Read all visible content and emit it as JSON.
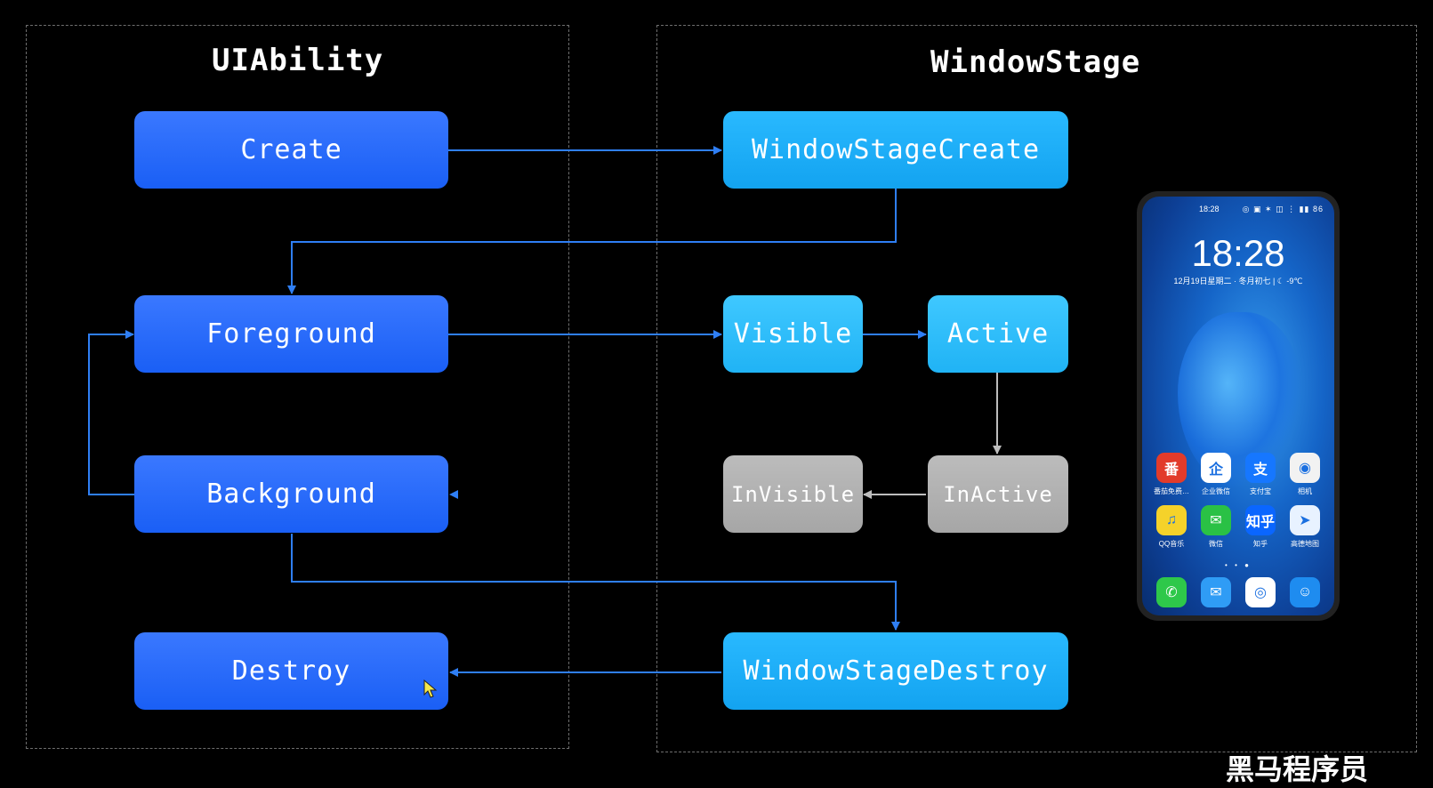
{
  "groups": {
    "left_title": "UIAbility",
    "right_title": "WindowStage"
  },
  "nodes": {
    "create": "Create",
    "foreground": "Foreground",
    "background": "Background",
    "destroy": "Destroy",
    "ws_create": "WindowStageCreate",
    "visible": "Visible",
    "active": "Active",
    "invisible": "InVisible",
    "inactive": "InActive",
    "ws_destroy": "WindowStageDestroy"
  },
  "phone": {
    "status_time": "18:28",
    "status_icons": "◎ ▣ ✶ ◫ ⋮ ▮▮ 86",
    "clock": "18:28",
    "date": "12月19日星期二 · 冬月初七 | ☾ -9℃",
    "apps_row1": [
      {
        "label": "番茄免费…",
        "icon": "番",
        "color": "#e23b2a"
      },
      {
        "label": "企业微信",
        "icon": "企",
        "color": "#ffffff"
      },
      {
        "label": "支付宝",
        "icon": "支",
        "color": "#1677ff"
      },
      {
        "label": "相机",
        "icon": "◉",
        "color": "#f2f2f2"
      }
    ],
    "apps_row2": [
      {
        "label": "QQ音乐",
        "icon": "♫",
        "color": "#f5d22a"
      },
      {
        "label": "微信",
        "icon": "✉",
        "color": "#2ac145"
      },
      {
        "label": "知乎",
        "icon": "知乎",
        "color": "#0a66ff"
      },
      {
        "label": "高德地图",
        "icon": "➤",
        "color": "#e8f2ff"
      }
    ],
    "dock": [
      {
        "icon": "✆",
        "color": "#2ec84a"
      },
      {
        "icon": "✉",
        "color": "#2f9cf5"
      },
      {
        "icon": "◎",
        "color": "#ffffff"
      },
      {
        "icon": "☺",
        "color": "#1e8cf0"
      }
    ]
  },
  "colors": {
    "wire_blue": "#2f7ff5",
    "wire_gray": "#bdbdbd"
  },
  "watermark": "黑马程序员"
}
